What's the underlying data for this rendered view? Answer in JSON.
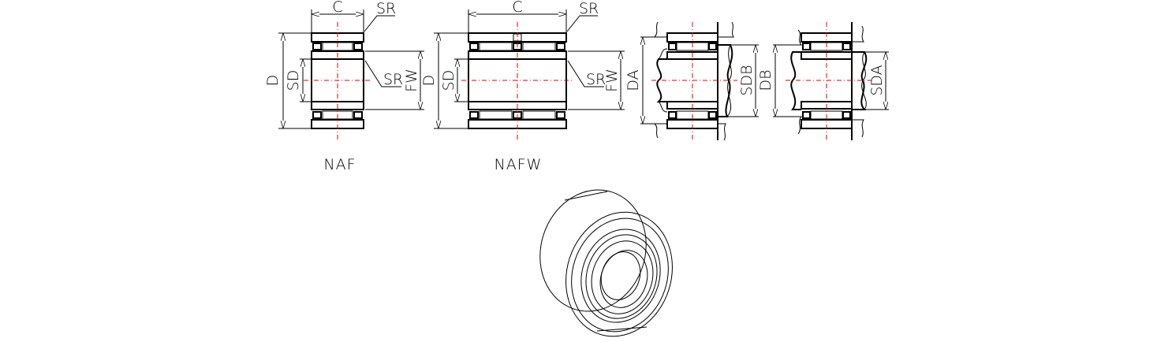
{
  "drawings": {
    "naf": {
      "caption": "NAF",
      "dim_c": "C",
      "dim_d": "D",
      "dim_sd": "SD",
      "dim_fw": "FW",
      "sr_top": "SR",
      "sr_inner": "SR"
    },
    "nafw": {
      "caption": "NAFW",
      "dim_c": "C",
      "dim_d": "D",
      "dim_sd": "SD",
      "dim_fw": "FW",
      "sr_top": "SR",
      "sr_inner": "SR"
    },
    "mount_a": {
      "dim_da": "DA",
      "dim_sdb": "SDB"
    },
    "mount_b": {
      "dim_db": "DB",
      "dim_sda": "SDA"
    }
  },
  "colors": {
    "lines": "#000000",
    "centerlines": "#e00000"
  }
}
